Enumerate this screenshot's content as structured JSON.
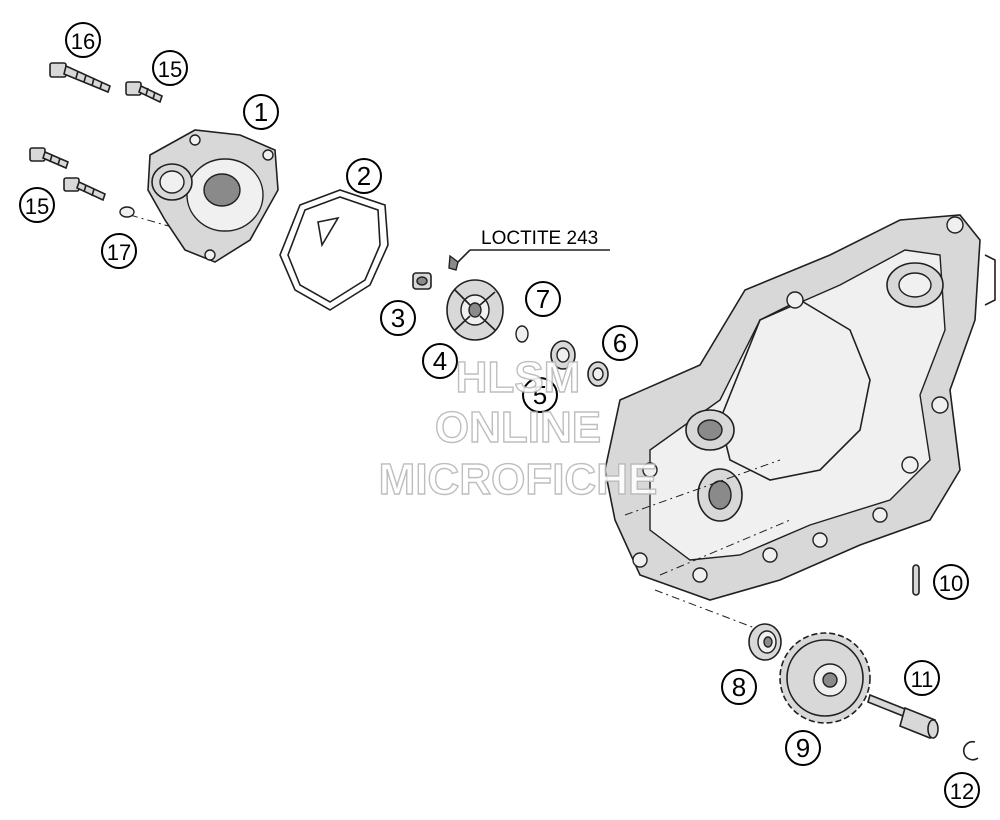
{
  "callouts": {
    "c1": "1",
    "c2": "2",
    "c3": "3",
    "c4": "4",
    "c5": "5",
    "c6": "6",
    "c7": "7",
    "c8": "8",
    "c9": "9",
    "c10": "10",
    "c11": "11",
    "c12": "12",
    "c15a": "15",
    "c15b": "15",
    "c16": "16",
    "c17": "17"
  },
  "note": "LOCTITE 243",
  "watermark": {
    "line1": "HLSM",
    "line2": "ONLINE",
    "line3": "MICROFICHE"
  }
}
